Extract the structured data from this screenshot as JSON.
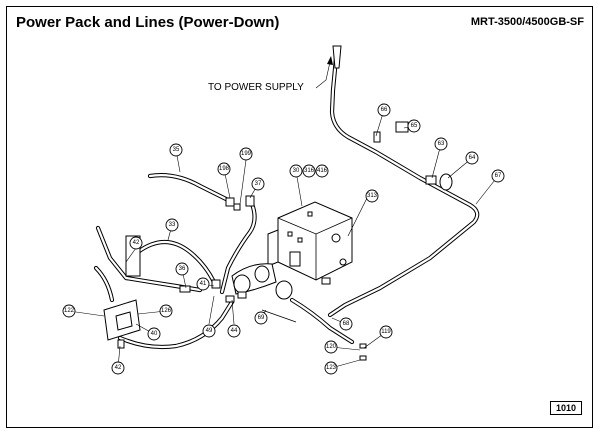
{
  "header": {
    "title": "Power Pack and Lines (Power-Down)",
    "model": "MRT-3500/4500GB-SF"
  },
  "annotation": "TO POWER SUPPLY",
  "footer": {
    "page_number": "1010"
  },
  "callouts": [
    "35",
    "198",
    "199",
    "37",
    "30",
    "316",
    "416",
    "313",
    "33",
    "42",
    "36",
    "41",
    "49",
    "44",
    "69",
    "68",
    "66",
    "65",
    "63",
    "64",
    "67",
    "119",
    "120",
    "123",
    "122",
    "126",
    "40"
  ]
}
